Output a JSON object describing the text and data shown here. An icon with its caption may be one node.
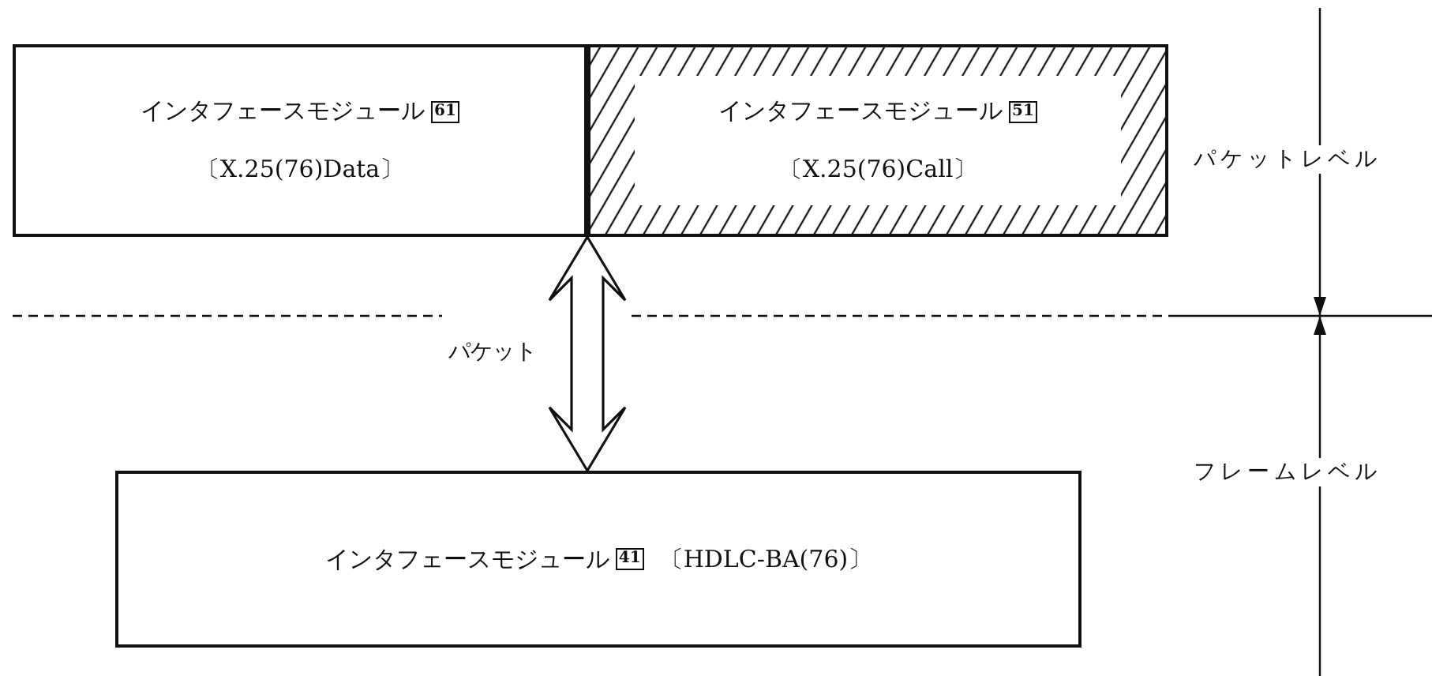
{
  "diagram": {
    "nodes": [
      {
        "text": [
          "インタフェースモジュール",
          "61",
          "〔X.25(76)Data〕"
        ]
      },
      {
        "text": [
          "インタフェースモジュール",
          "51",
          "〔X.25(76)Call〕"
        ]
      },
      {
        "text": [
          "インタフェースモジュール",
          "41",
          "〔HDLC-BA(76)〕"
        ]
      }
    ],
    "edges": [
      {
        "from": 0,
        "to": 2,
        "arrow": "both",
        "label": "パケット"
      }
    ],
    "labels": [
      "パケットレベル",
      "フレームレベル"
    ]
  }
}
